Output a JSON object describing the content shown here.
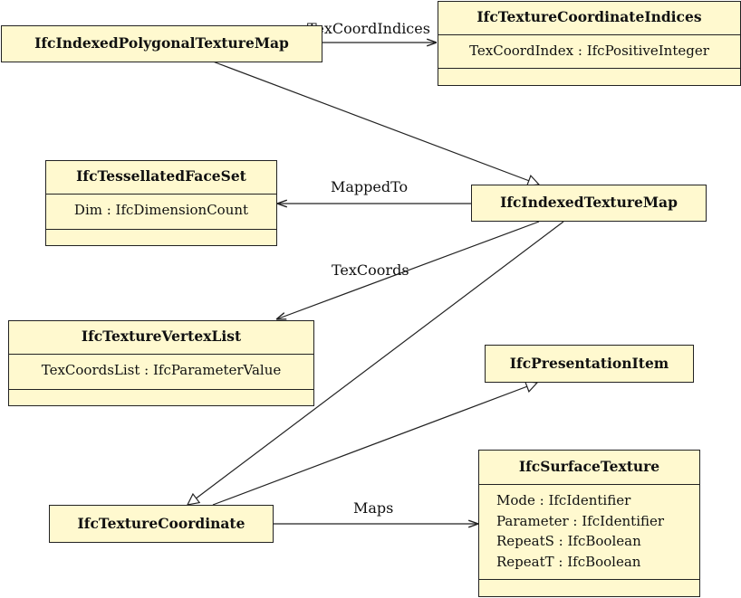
{
  "classes": {
    "indexed_polygonal": {
      "name": "IfcIndexedPolygonalTextureMap",
      "attributes": []
    },
    "coord_indices": {
      "name": "IfcTextureCoordinateIndices",
      "attributes": [
        "TexCoordIndex : IfcPositiveInteger"
      ]
    },
    "tessellated": {
      "name": "IfcTessellatedFaceSet",
      "attributes": [
        "Dim : IfcDimensionCount"
      ]
    },
    "indexed_texture_map": {
      "name": "IfcIndexedTextureMap",
      "attributes": []
    },
    "vertex_list": {
      "name": "IfcTextureVertexList",
      "attributes": [
        "TexCoordsList : IfcParameterValue"
      ]
    },
    "presentation_item": {
      "name": "IfcPresentationItem",
      "attributes": []
    },
    "texture_coordinate": {
      "name": "IfcTextureCoordinate",
      "attributes": []
    },
    "surface_texture": {
      "name": "IfcSurfaceTexture",
      "attributes": [
        "Mode : IfcIdentifier",
        "Parameter : IfcIdentifier",
        "RepeatS : IfcBoolean",
        "RepeatT : IfcBoolean"
      ]
    }
  },
  "relations": {
    "tex_coord_indices": "TexCoordIndices",
    "mapped_to": "MappedTo",
    "tex_coords": "TexCoords",
    "maps": "Maps"
  },
  "colors": {
    "box_fill": "#fff9cf",
    "stroke": "#222222"
  }
}
